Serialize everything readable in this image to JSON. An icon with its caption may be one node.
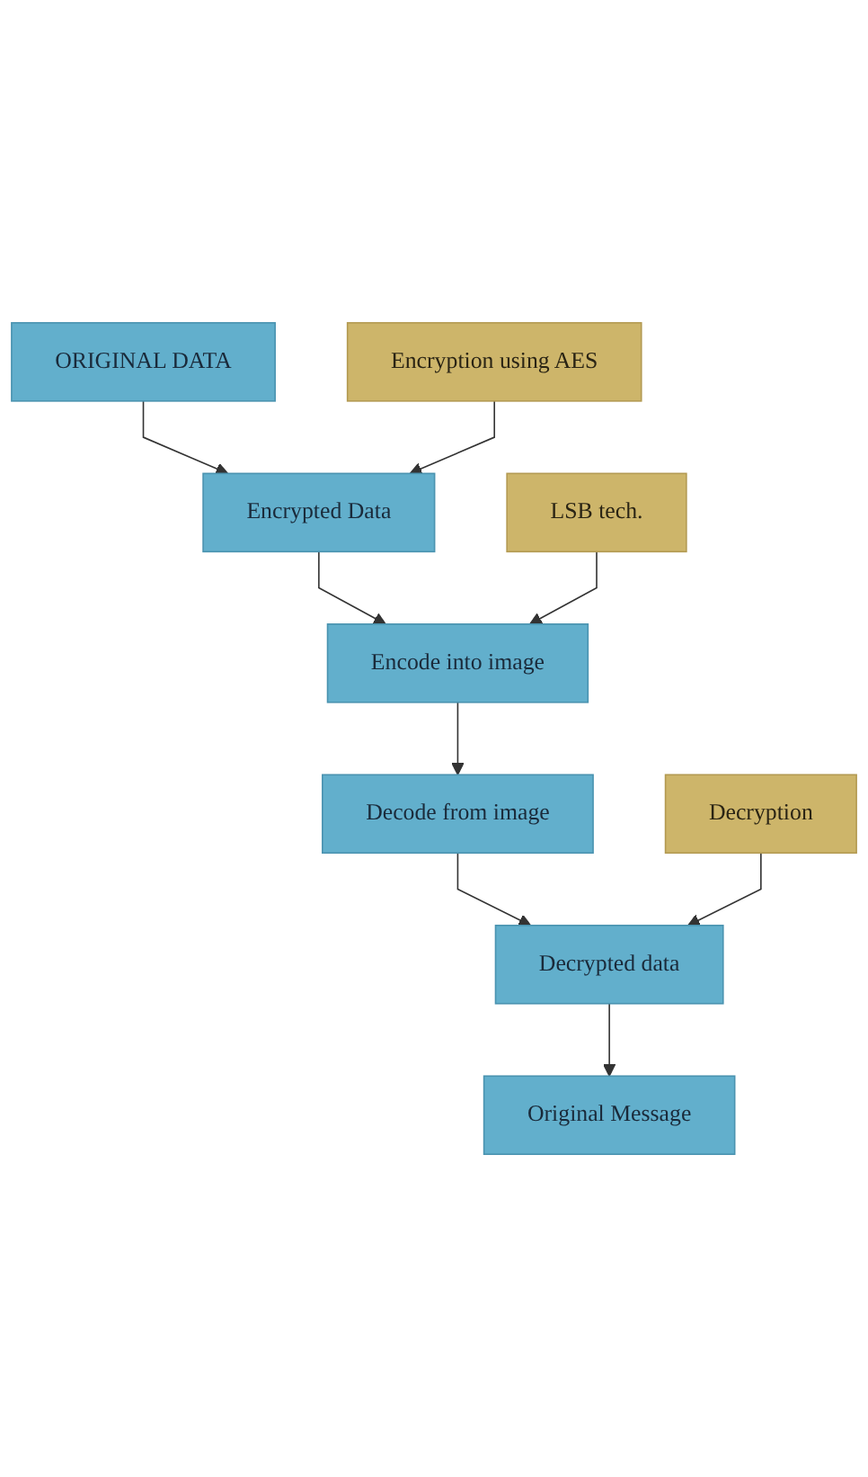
{
  "diagram": {
    "nodes": [
      {
        "text": [
          "ORIGINAL DATA"
        ]
      },
      {
        "text": [
          "Encryption using AES"
        ]
      },
      {
        "text": [
          "Encrypted Data"
        ]
      },
      {
        "text": [
          "LSB tech."
        ]
      },
      {
        "text": [
          "Encode into image"
        ]
      },
      {
        "text": [
          "Decode from image"
        ]
      },
      {
        "text": [
          "Decryption"
        ]
      },
      {
        "text": [
          "Decrypted data"
        ]
      },
      {
        "text": [
          "Original Message"
        ]
      }
    ],
    "edges": [
      {
        "from": 0,
        "to": 2,
        "arrow": "to"
      },
      {
        "from": 1,
        "to": 2,
        "arrow": "to"
      },
      {
        "from": 2,
        "to": 4,
        "arrow": "to"
      },
      {
        "from": 3,
        "to": 4,
        "arrow": "to"
      },
      {
        "from": 4,
        "to": 5,
        "arrow": "to"
      },
      {
        "from": 5,
        "to": 7,
        "arrow": "to"
      },
      {
        "from": 6,
        "to": 7,
        "arrow": "to"
      },
      {
        "from": 7,
        "to": 8,
        "arrow": "to"
      }
    ]
  }
}
